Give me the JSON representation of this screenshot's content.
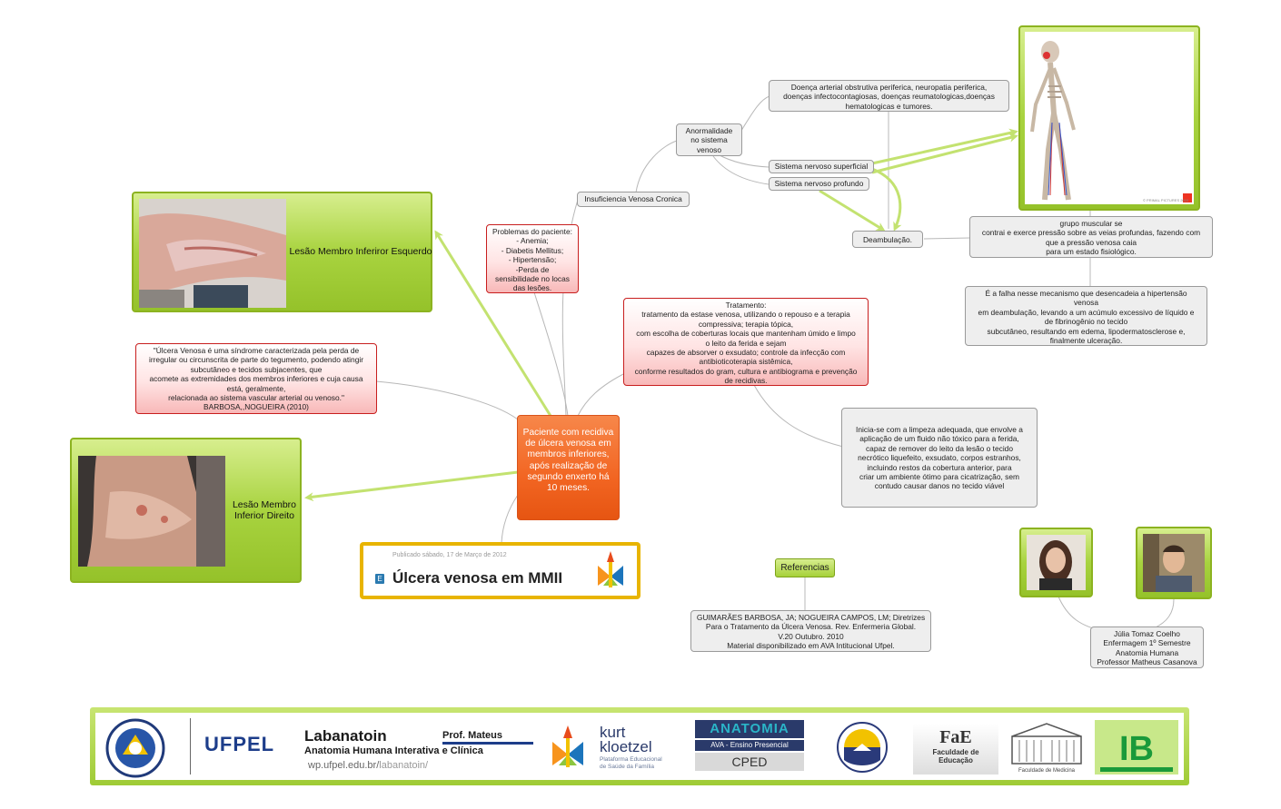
{
  "central": {
    "text": "Paciente com recidiva de úlcera venosa em membros inferiores, após realização de segundo enxerto há 10 meses."
  },
  "nodes": {
    "insuficiencia": "Insuficiencia Venosa Cronica",
    "anormalidade": "Anormalidade\nno sistema\nvenoso",
    "doenca": "Doença arterial obstrutiva periferica, neuropatia periferica,\ndoenças infectocontagiosas, doenças reumatologicas,doenças\nhematologicas e tumores.",
    "superficial": "Sistema nervoso superficial",
    "profundo": "Sistema nervoso profundo",
    "deambulacao": "Deambulação.",
    "grupo_muscular": "grupo muscular se\ncontrai e exerce pressão sobre as veias profundas, fazendo com\nque a pressão venosa caia\npara um estado fisiológico.",
    "falha": "É a falha nesse mecanismo que desencadeia a hipertensão\nvenosa\nem deambulação, levando a um acúmulo excessivo de líquido e\nde fibrinogênio no tecido\nsubcutâneo, resultando em edema, lipodermatosclerose e,\nfinalmente ulceração.",
    "problemas": "Problemas do paciente:\n- Anemia;\n- Diabetis Mellitus;\n- Hipertensão;\n-Perda de\nsensibilidade no locas\ndas lesões.",
    "tratamento": "Tratamento:\ntratamento da estase venosa, utilizando o repouso e a terapia\ncompressiva; terapia tópica,\ncom escolha de coberturas locais que mantenham úmido e limpo\no leito da ferida e sejam\ncapazes de absorver o exsudato; controle da infecção com\nantibioticoterapia sistêmica,\nconforme resultados do gram, cultura e antibiograma e prevenção\nde recidivas.",
    "limpeza": "Inicia-se com a limpeza adequada, que envolve a\naplicação de um fluido não tóxico para a ferida,\ncapaz de remover do leito da lesão o tecido\nnecrótico liquefeito, exsudato, corpos estranhos,\nincluindo restos da cobertura anterior, para\ncriar um ambiente ótimo para cicatrização, sem\ncontudo causar danos no tecido viável",
    "definicao": "\"Úlcera Venosa é uma síndrome caracterizada pela perda de\nirregular ou circunscrita de parte do tegumento, podendo atingir\nsubcutâneo e tecidos subjacentes, que\nacomete as extremidades dos membros inferiores e cuja causa\nestá, geralmente,\nrelacionada ao sistema vascular arterial ou venoso.\"\nBARBOSA,,NOGUEIRA (2010)",
    "referencias": "Referencias",
    "referencia_texto": "GUIMARÃES BARBOSA, JA; NOGUEIRA CAMPOS, LM; Diretrizes\nPara o Tratamento da Úlcera Venosa. Rev. Enfermeria Global.\nV.20 Outubro. 2010\nMaterial disponibilizado em AVA Intitucional Ufpel.",
    "autores": "Júlia Tomaz Coelho\nEnfermagem 1º Semestre\nAnatomia Humana\nProfessor Matheus Casanova"
  },
  "images": {
    "lesao_esquerdo": "Lesão Membro Inferiror Esquerdo",
    "lesao_direito": "Lesão Membro\nInferior Direito",
    "skeleton_credit": "© PRIMAL PICTURES 2010"
  },
  "blog": {
    "date": "Publicado sábado, 17 de Março de 2012",
    "title": "Úlcera venosa em MMII",
    "badge": "E"
  },
  "footer": {
    "ufpel": "UFPEL",
    "labanatoin": "Labanatoin",
    "prof": "Prof. Mateus",
    "subtitle": "Anatomia Humana Interativa e Clínica",
    "url_prefix": "wp.ufpel.edu.br/",
    "url_suffix": "labanatoin/",
    "kurt1": "kurt",
    "kurt2": "kloetzel",
    "kurt_sub": "Plataforma Educacional\nde Saúde da Família",
    "anatomia": "ANATOMIA",
    "ava": "AVA - Ensino Presencial",
    "cped": "CPED",
    "fae_logo": "FaE",
    "fae_text": "Faculdade de\nEducação",
    "medicina": "Faculdade de Medicina",
    "ib": "IB"
  },
  "colors": {
    "central": "#f26522",
    "green": "#a6d13a",
    "green_border": "#8cb320",
    "link": "#c3e270",
    "red_border": "#c81e1e",
    "gold": "#e8b400"
  }
}
